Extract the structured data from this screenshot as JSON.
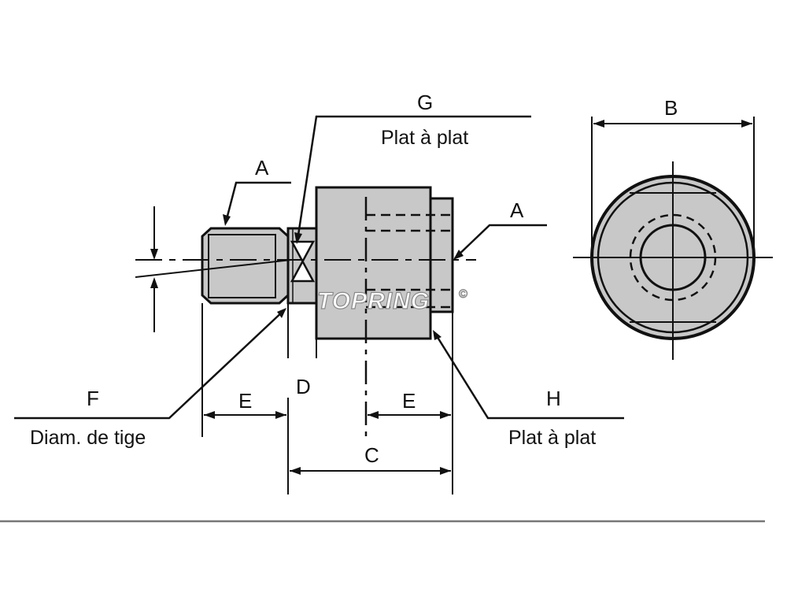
{
  "colors": {
    "line": "#111111",
    "part_fill": "#c8c8c8",
    "background": "#ffffff",
    "rule": "#777777"
  },
  "labels": {
    "a_left": "A",
    "a_right": "A",
    "b": "B",
    "c": "C",
    "d": "D",
    "e_left": "E",
    "e_right": "E",
    "f": "F",
    "f_caption": "Diam. de tige",
    "g": "G",
    "g_caption": "Plat à plat",
    "h": "H",
    "h_caption": "Plat à plat"
  },
  "watermark": {
    "brand": "TOPRING",
    "mark": "©"
  }
}
